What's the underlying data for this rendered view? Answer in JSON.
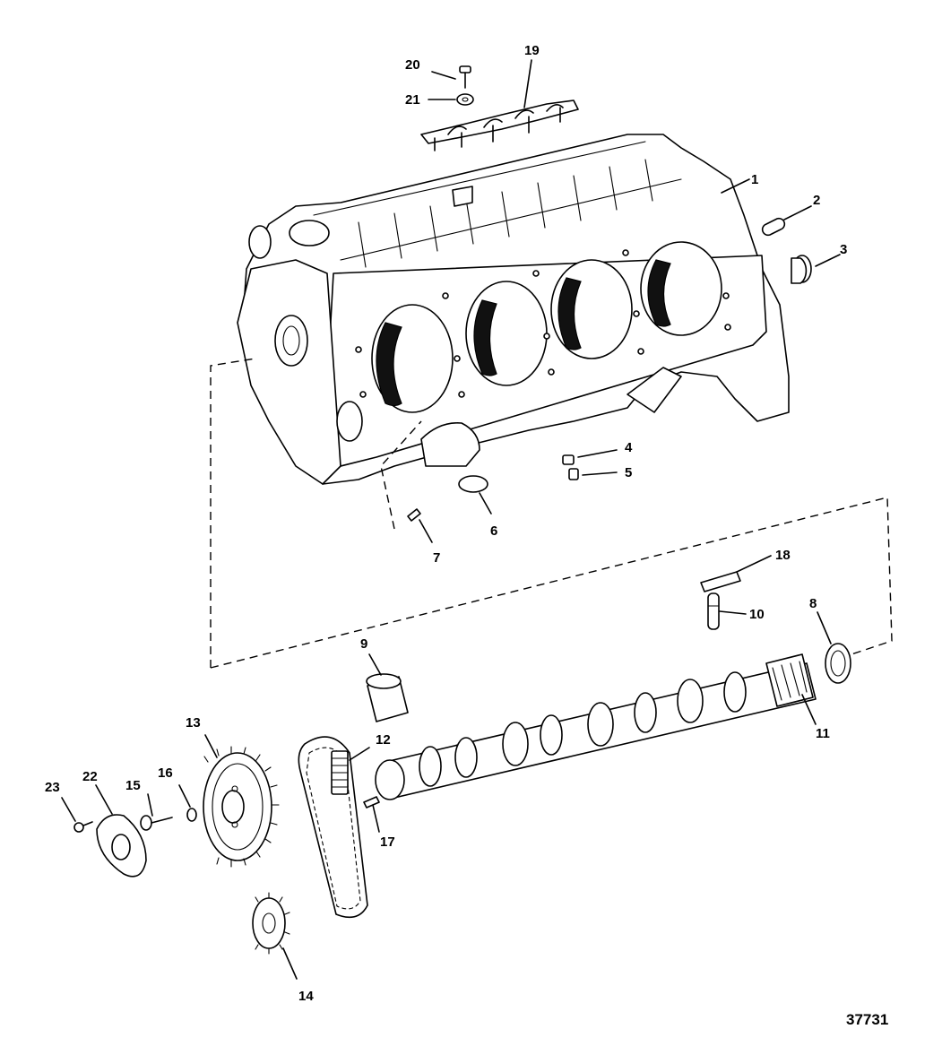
{
  "figure_number": "37731",
  "callouts": [
    {
      "id": "1",
      "label": "1"
    },
    {
      "id": "2",
      "label": "2"
    },
    {
      "id": "3",
      "label": "3"
    },
    {
      "id": "4",
      "label": "4"
    },
    {
      "id": "5",
      "label": "5"
    },
    {
      "id": "6",
      "label": "6"
    },
    {
      "id": "7",
      "label": "7"
    },
    {
      "id": "8",
      "label": "8"
    },
    {
      "id": "9",
      "label": "9"
    },
    {
      "id": "10",
      "label": "10"
    },
    {
      "id": "11",
      "label": "11"
    },
    {
      "id": "12",
      "label": "12"
    },
    {
      "id": "13",
      "label": "13"
    },
    {
      "id": "14",
      "label": "14"
    },
    {
      "id": "15",
      "label": "15"
    },
    {
      "id": "16",
      "label": "16"
    },
    {
      "id": "17",
      "label": "17"
    },
    {
      "id": "18",
      "label": "18"
    },
    {
      "id": "19",
      "label": "19"
    },
    {
      "id": "20",
      "label": "20"
    },
    {
      "id": "21",
      "label": "21"
    },
    {
      "id": "22",
      "label": "22"
    },
    {
      "id": "23",
      "label": "23"
    }
  ]
}
